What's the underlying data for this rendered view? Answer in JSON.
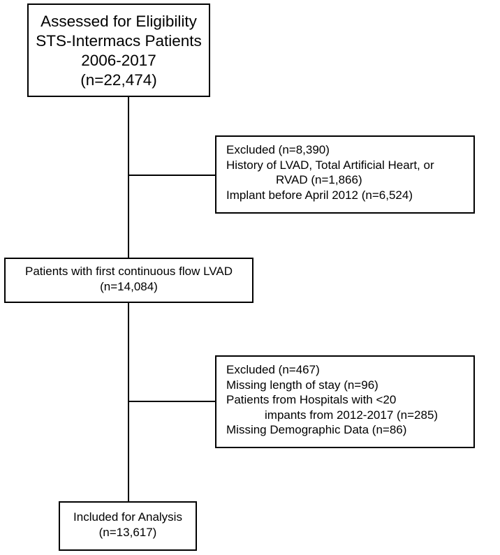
{
  "flow": {
    "assessed": {
      "line1": "Assessed for Eligibility",
      "line2": "STS-Intermacs Patients",
      "line3": "2006-2017",
      "line4": "(n=22,474)"
    },
    "excluded_1": {
      "line1": "Excluded (n=8,390)",
      "line2": "History of LVAD, Total Artificial Heart, or",
      "line3": "RVAD (n=1,866)",
      "line4": "Implant before April 2012 (n=6,524)"
    },
    "first_lvad": {
      "line1": "Patients with first continuous flow LVAD",
      "line2": "(n=14,084)"
    },
    "excluded_2": {
      "line1": "Excluded (n=467)",
      "line2": "Missing length of stay (n=96)",
      "line3": "Patients from Hospitals with <20",
      "line4": "impants from 2012-2017 (n=285)",
      "line5": "Missing Demographic Data (n=86)"
    },
    "included": {
      "line1": "Included for Analysis",
      "line2": "(n=13,617)"
    }
  }
}
